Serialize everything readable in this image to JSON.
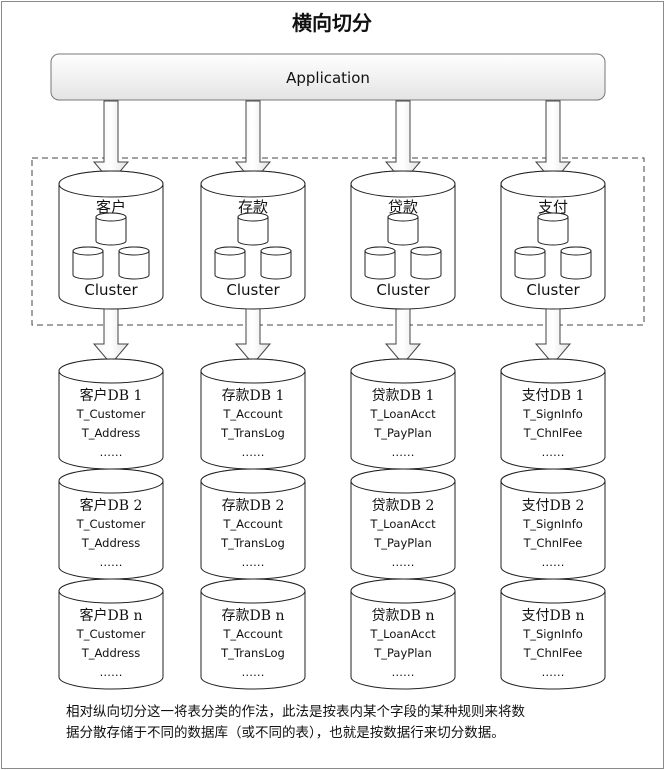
{
  "title": "横向切分",
  "application_label": "Application",
  "cluster_label": "Cluster",
  "groups": [
    {
      "name": "客户",
      "dbs": [
        {
          "label": "客户DB 1",
          "tables": [
            "T_Customer",
            "T_Address",
            "……"
          ]
        },
        {
          "label": "客户DB 2",
          "tables": [
            "T_Customer",
            "T_Address",
            "……"
          ]
        },
        {
          "label": "客户DB n",
          "tables": [
            "T_Customer",
            "T_Address",
            "……"
          ]
        }
      ]
    },
    {
      "name": "存款",
      "dbs": [
        {
          "label": "存款DB 1",
          "tables": [
            "T_Account",
            "T_TransLog",
            "……"
          ]
        },
        {
          "label": "存款DB 2",
          "tables": [
            "T_Account",
            "T_TransLog",
            "……"
          ]
        },
        {
          "label": "存款DB n",
          "tables": [
            "T_Account",
            "T_TransLog",
            "……"
          ]
        }
      ]
    },
    {
      "name": "贷款",
      "dbs": [
        {
          "label": "贷款DB 1",
          "tables": [
            "T_LoanAcct",
            "T_PayPlan",
            "……"
          ]
        },
        {
          "label": "贷款DB 2",
          "tables": [
            "T_LoanAcct",
            "T_PayPlan",
            "……"
          ]
        },
        {
          "label": "贷款DB n",
          "tables": [
            "T_LoanAcct",
            "T_PayPlan",
            "……"
          ]
        }
      ]
    },
    {
      "name": "支付",
      "dbs": [
        {
          "label": "支付DB 1",
          "tables": [
            "T_SignInfo",
            "T_ChnlFee",
            "……"
          ]
        },
        {
          "label": "支付DB 2",
          "tables": [
            "T_SignInfo",
            "T_ChnlFee",
            "……"
          ]
        },
        {
          "label": "支付DB n",
          "tables": [
            "T_SignInfo",
            "T_ChnlFee",
            "……"
          ]
        }
      ]
    }
  ],
  "caption_lines": [
    "相对纵向切分这一将表分类的作法，此法是按表内某个字段的某种规则来将数",
    "据分散存储于不同的数据库（或不同的表），也就是按数据行来切分数据。"
  ]
}
